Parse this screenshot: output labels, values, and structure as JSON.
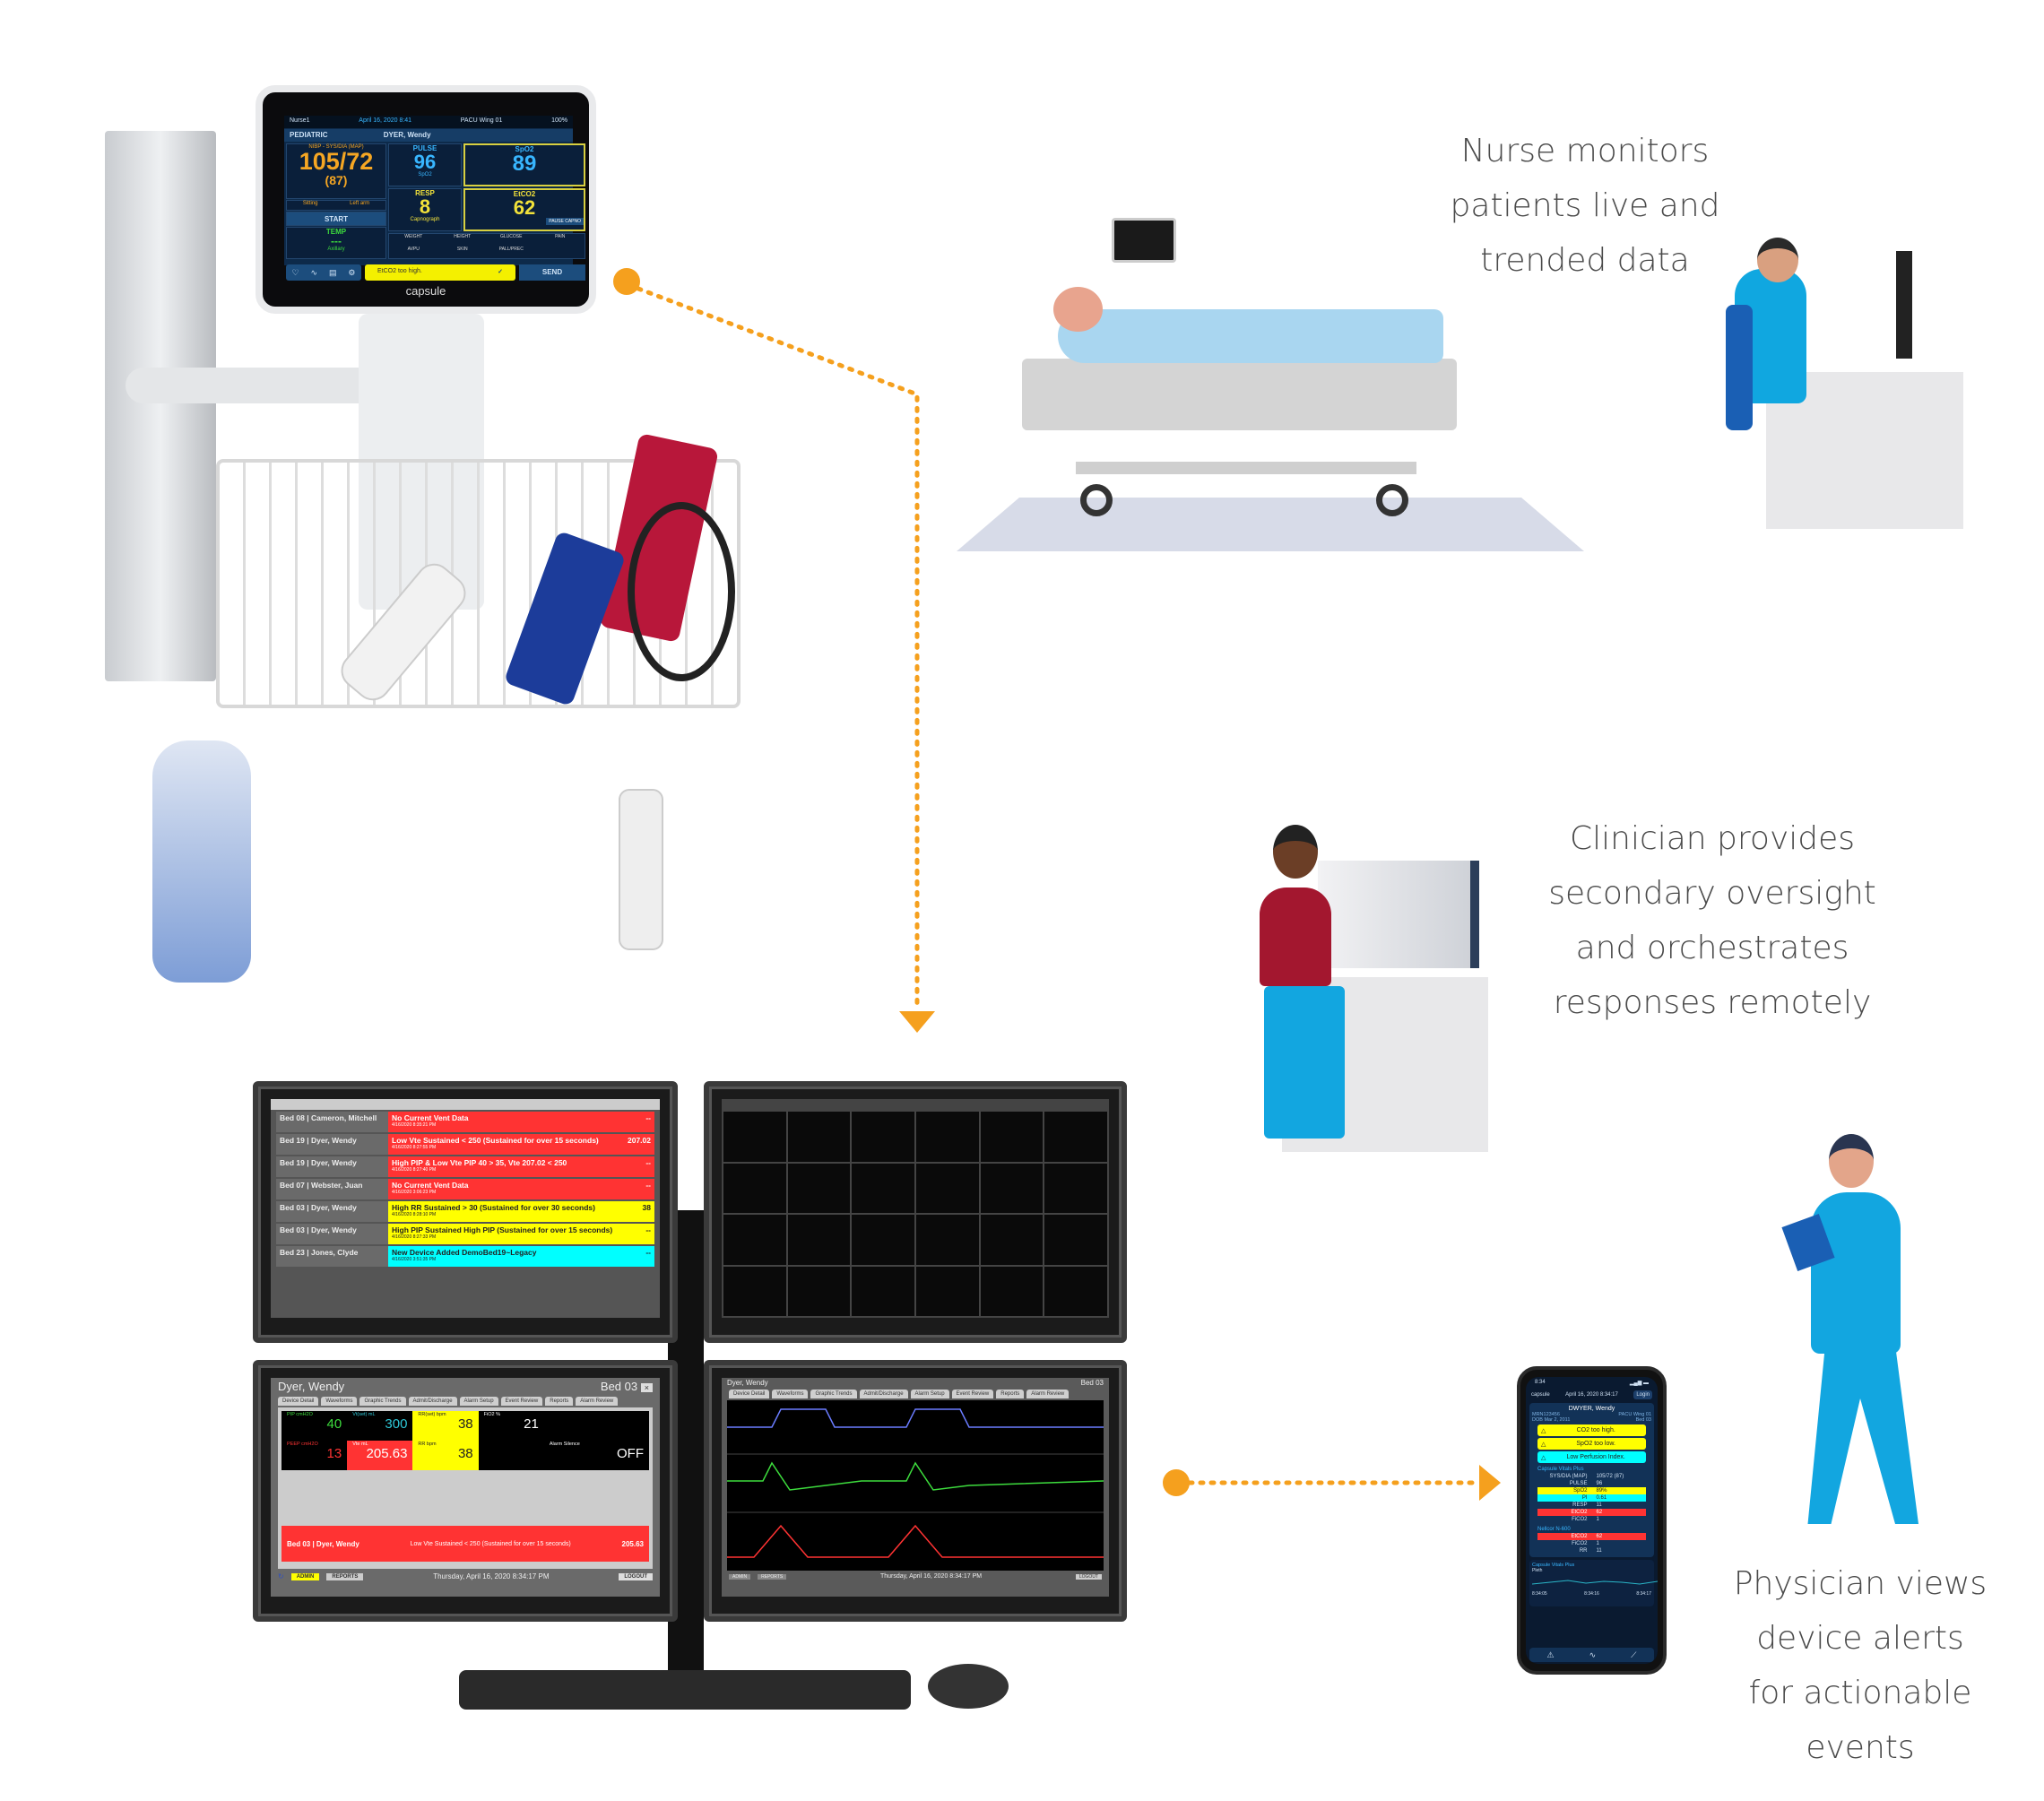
{
  "colors": {
    "accent": "#f5a01e",
    "caption": "#4a4a4a",
    "alarm_red": "#ff3333",
    "alarm_yellow": "#ffff00",
    "alarm_cyan": "#00ffff"
  },
  "captions": {
    "nurse": [
      "Nurse monitors",
      "patients live and",
      "trended data"
    ],
    "clinician": [
      "Clinician provides",
      "secondary oversight",
      "and orchestrates",
      "responses remotely"
    ],
    "physician": [
      "Physician views",
      "device alerts",
      "for actionable",
      "events"
    ]
  },
  "bedside_monitor": {
    "brand": "capsule",
    "user": "Nurse1",
    "datetime": "April 16, 2020 8:41",
    "location": "PACU Wing 01",
    "battery": "100%",
    "patient_type": "PEDIATRIC",
    "patient_name": "DYER, Wendy",
    "nibp": {
      "label": "NIBP - SYS/DIA (MAP)",
      "value": "105/72",
      "map": "(87)",
      "position": "Sitting",
      "site": "Left arm",
      "button": "START"
    },
    "pulse": {
      "label": "PULSE",
      "value": "96",
      "source": "SpO2"
    },
    "spo2": {
      "label": "SpO2",
      "value": "89"
    },
    "resp": {
      "label": "RESP",
      "value": "8",
      "source": "Capnograph"
    },
    "etco2": {
      "label": "EtCO2",
      "value": "62",
      "button": "PAUSE CAPNO"
    },
    "temp": {
      "label": "TEMP",
      "value": "---",
      "site": "Axillary"
    },
    "fields": [
      "WEIGHT",
      "HEIGHT",
      "GLUCOSE",
      "PAIN",
      "AVPU",
      "SKIN",
      "PALL/PREC"
    ],
    "alarm": "EtCO2 too high.",
    "send": "SEND"
  },
  "alarm_list": [
    {
      "bed": "Bed 08 | Cameron, Mitchell",
      "msg": "No Current Vent Data",
      "time": "4/16/2020 8:35:21 PM",
      "value": "--",
      "level": "red"
    },
    {
      "bed": "Bed 19 | Dyer, Wendy",
      "msg": "Low Vte Sustained < 250 (Sustained for over 15 seconds)",
      "time": "4/16/2020 8:27:55 PM",
      "value": "207.02",
      "level": "red"
    },
    {
      "bed": "Bed 19 | Dyer, Wendy",
      "msg": "High PIP & Low Vte PIP 40 > 35, Vte 207.02 < 250",
      "time": "4/16/2020 8:27:40 PM",
      "value": "--",
      "level": "red"
    },
    {
      "bed": "Bed 07 | Webster, Juan",
      "msg": "No Current Vent Data",
      "time": "4/16/2020 3:06:23 PM",
      "value": "--",
      "level": "red"
    },
    {
      "bed": "Bed 03 | Dyer, Wendy",
      "msg": "High RR Sustained > 30 (Sustained for over 30 seconds)",
      "time": "4/16/2020 8:28:10 PM",
      "value": "38",
      "level": "yellow"
    },
    {
      "bed": "Bed 03 | Dyer, Wendy",
      "msg": "High PIP Sustained High PIP (Sustained for over 15 seconds)",
      "time": "4/16/2020 8:27:33 PM",
      "value": "--",
      "level": "yellow"
    },
    {
      "bed": "Bed 23 | Jones, Clyde",
      "msg": "New Device Added DemoBed19~Legacy",
      "time": "4/16/2020 3:51:35 PM",
      "value": "--",
      "level": "cyan"
    }
  ],
  "bed_detail": {
    "patient": "Dyer, Wendy",
    "bed": "Bed 03",
    "tabs": [
      "Device Detail",
      "Waveforms",
      "Graphic Trends",
      "Admit/Discharge",
      "Alarm Setup",
      "Event Review",
      "Reports",
      "Alarm Review"
    ],
    "vitals": [
      {
        "label": "PIP cmH2O",
        "value": "40"
      },
      {
        "label": "Vt(set) mL",
        "value": "300"
      },
      {
        "label": "RR(set) bpm",
        "value": "38"
      },
      {
        "label": "FiO2 %",
        "value": "21"
      },
      {
        "label": "PEEP cmH2O",
        "value": "13"
      },
      {
        "label": "Vte mL",
        "value": "205.63"
      },
      {
        "label": "RR bpm",
        "value": "38"
      },
      {
        "label": "Alarm Silence",
        "value": "OFF"
      }
    ],
    "alarm": {
      "bed": "Bed 03 | Dyer, Wendy",
      "msg": "Low Vte Sustained < 250 (Sustained for over 15 seconds)",
      "value": "205.63"
    },
    "footer": {
      "admin": "ADMIN",
      "reports": "REPORTS",
      "datetime": "Thursday, April 16, 2020 8:34:17 PM",
      "logout": "LOGOUT"
    }
  },
  "waveform_view": {
    "patient": "Dyer, Wendy",
    "bed": "Bed 03"
  },
  "phone": {
    "time": "8:34",
    "brand": "capsule",
    "datetime": "April 16, 2020 8:34:17",
    "login": "Login",
    "patient": "DWYER, Wendy",
    "mrn": "MRN123456",
    "dob": "DOB Mar 2, 2011",
    "location": "PACU Wing 01",
    "bed": "Bed 03",
    "alerts": [
      {
        "text": "CO2 too high.",
        "level": "yellow"
      },
      {
        "text": "SpO2 too low.",
        "level": "yellow"
      },
      {
        "text": "Low Perfusion Index.",
        "level": "cyan"
      }
    ],
    "device1": "Capsule Vitals Plus",
    "vitals1": [
      [
        "SYS/DIA (MAP)",
        "105/72 (87)",
        ""
      ],
      [
        "PULSE",
        "96",
        ""
      ],
      [
        "SpO2",
        "89%",
        "yellow"
      ],
      [
        "PI",
        "0.61",
        "cyan"
      ],
      [
        "RESP",
        "11",
        ""
      ],
      [
        "EtCO2",
        "62",
        "red"
      ],
      [
        "FiCO2",
        "1",
        ""
      ]
    ],
    "device2": "Nellcor N-600",
    "vitals2": [
      [
        "EtCO2",
        "62",
        "red"
      ],
      [
        "FiCO2",
        "1",
        ""
      ],
      [
        "RR",
        "11",
        ""
      ]
    ],
    "chart_device": "Capsule Vitals Plus",
    "chart_label": "Pleth",
    "chart_times": [
      "8:34:05",
      "8:34:16",
      "8:34:17"
    ]
  }
}
